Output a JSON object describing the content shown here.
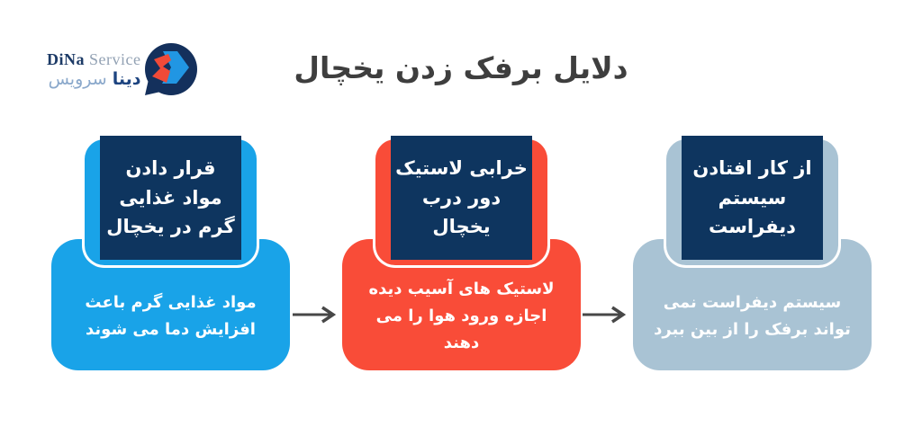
{
  "page": {
    "background": "#FFFFFF"
  },
  "logo": {
    "brand_en_primary": "DiNa",
    "brand_en_secondary": "Service",
    "brand_fa_primary": "دینا",
    "brand_fa_secondary": "سرویس",
    "colors": {
      "en_primary": "#1C3A66",
      "en_secondary": "#93A2B4",
      "fa_primary": "#1D4480",
      "fa_secondary": "#8AA8CB",
      "mark_bubble": "#14305C",
      "mark_blue": "#2196E3",
      "mark_red": "#F04A38"
    }
  },
  "title": {
    "text": "دلایل برفک زدن یخچال",
    "color": "#3E3E3E"
  },
  "cards": [
    {
      "id": "hot-food-in-fridge",
      "accent": "#19A3E8",
      "header_bg": "#0E355F",
      "text_color": "#FFFFFF",
      "header": "قرار دادن مواد غذایی گرم در یخچال",
      "body": "مواد غذایی گرم باعث افزایش دما می شوند"
    },
    {
      "id": "damaged-door-gasket",
      "accent": "#F94C38",
      "header_bg": "#0E355F",
      "text_color": "#FFFFFF",
      "header": "خرابی لاستیک دور درب یخچال",
      "body": "لاستیک های آسیب دیده اجازه ورود هوا را می دهند"
    },
    {
      "id": "defrost-system-failure",
      "accent": "#A9C3D4",
      "header_bg": "#0E355F",
      "text_color": "#FFFFFF",
      "header": "از کار افتادن سیستم دیفراست",
      "body": "سیستم دیفراست نمی تواند برفک را از بین ببرد"
    }
  ],
  "arrows": {
    "color": "#474747",
    "direction": "right"
  }
}
